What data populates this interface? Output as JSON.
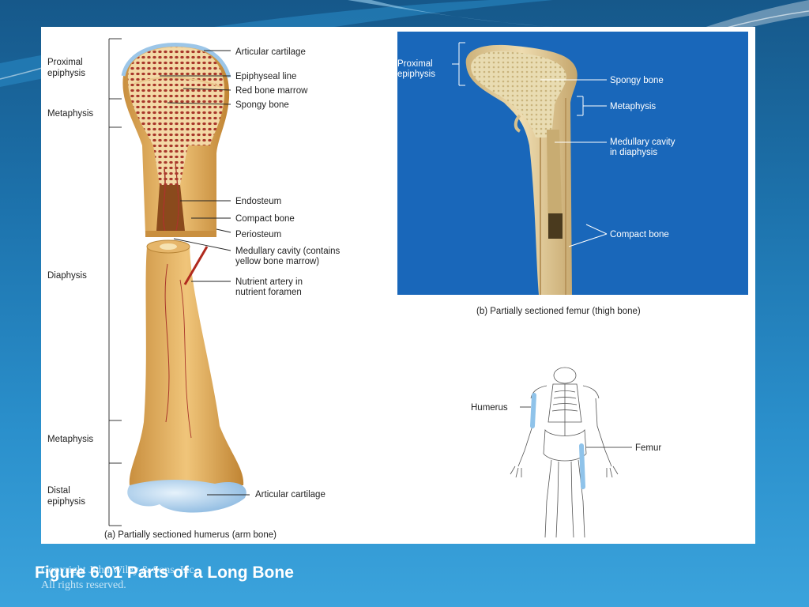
{
  "slide": {
    "title": "Figure 6.01 Parts of a Long Bone",
    "copyright_line1": "Copyright John Wiley & Sons, Inc.",
    "copyright_line2": "All rights reserved."
  },
  "panel_a": {
    "caption": "(a) Partially sectioned humerus (arm bone)",
    "region_labels": {
      "proximal_epiphysis_1": "Proximal",
      "proximal_epiphysis_2": "epiphysis",
      "metaphysis_upper": "Metaphysis",
      "diaphysis": "Diaphysis",
      "metaphysis_lower": "Metaphysis",
      "distal_epiphysis_1": "Distal",
      "distal_epiphysis_2": "epiphysis"
    },
    "structure_labels": {
      "articular_cartilage_top": "Articular cartilage",
      "epiphyseal_line": "Epiphyseal line",
      "red_bone_marrow": "Red bone marrow",
      "spongy_bone": "Spongy bone",
      "endosteum": "Endosteum",
      "compact_bone": "Compact bone",
      "periosteum": "Periosteum",
      "medullary_cavity_1": "Medullary cavity (contains",
      "medullary_cavity_2": "yellow bone marrow)",
      "nutrient_artery_1": "Nutrient artery in",
      "nutrient_artery_2": "nutrient foramen",
      "articular_cartilage_bottom": "Articular cartilage"
    }
  },
  "panel_b": {
    "caption": "(b) Partially sectioned femur (thigh bone)",
    "labels": {
      "proximal_epiphysis_1": "Proximal",
      "proximal_epiphysis_2": "epiphysis",
      "spongy_bone": "Spongy bone",
      "metaphysis": "Metaphysis",
      "medullary_cavity_1": "Medullary cavity",
      "medullary_cavity_2": "in diaphysis",
      "compact_bone": "Compact bone"
    }
  },
  "skeleton_inset": {
    "humerus": "Humerus",
    "femur": "Femur"
  },
  "colors": {
    "background_top": "#16588a",
    "background_bottom": "#3ba3dc",
    "bone": "#e2b366",
    "bone_dark": "#b98637",
    "marrow_red": "#a8362a",
    "cartilage": "#a9ccec",
    "photo_blue": "#1c6fc4",
    "highlight_blue": "#8fc3ea"
  }
}
